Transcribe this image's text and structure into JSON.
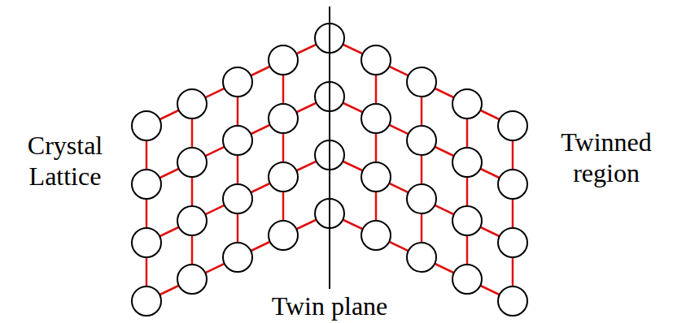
{
  "diagram": {
    "labels": [
      "Crystal Lattice",
      "Twinned region",
      "Twin plane"
    ]
  }
}
